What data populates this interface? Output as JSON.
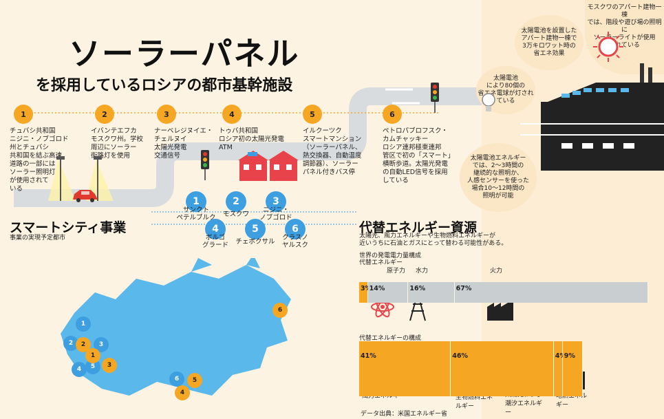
{
  "header": {
    "title": "ソーラーパネル",
    "subtitle": "を採用しているロシアの都市基幹施設"
  },
  "steps": [
    {
      "num": "1",
      "text": "チュバシ共和国\nニジニ・ノブゴロド\n州とチュバシ\n共和国を結ぶ高速\n道路の一部には\nソーラー照明灯\nが使用されて\nいる"
    },
    {
      "num": "2",
      "text": "イバンテエフカ\nモスクワ州。学校\n周辺にソーラー\n街路灯を使用"
    },
    {
      "num": "3",
      "text": "ナーベレジヌイエ・\nチェルヌイ\n太陽光発電\n交通信号"
    },
    {
      "num": "4",
      "text": "トゥバ共和国\nロシア初の太陽光発電\nATM"
    },
    {
      "num": "5",
      "text": "イルクーツク\nスマートマンション\n（ソーラーパネル、\n熱交換器、自動温度\n調節器）、ソーラー\nパネル付きバス停"
    },
    {
      "num": "6",
      "text": "ペトロパブロフスク・\nカムチャッキー\nロシア連邦極東連邦\n管区で初の「スマート」\n横断歩道。太陽光発電\nの自動LED信号を採用\nしている"
    }
  ],
  "smart_city": {
    "title": "スマートシティ事業",
    "subtitle": "事業の実現予定都市",
    "cities": [
      {
        "num": "1",
        "name": "サンクト\nペテルブルク"
      },
      {
        "num": "2",
        "name": "モスクワ"
      },
      {
        "num": "3",
        "name": "ニジニ・\nノブゴロド"
      },
      {
        "num": "4",
        "name": "ボルゴ\nグラード"
      },
      {
        "num": "5",
        "name": "チェボクサル"
      },
      {
        "num": "6",
        "name": "クラスノ\nヤルスク"
      }
    ]
  },
  "bubbles": {
    "b1": "太陽電池を設置した\nアパート建物一棟で\n3万キロワット時の\n省エネ効果",
    "b2": "モスクワのアパート建物一棟\nでは、階段や遊び場の照明に\nソーラーライトが使用\nされている",
    "b3": "太陽電池\nにより80個の\n省エネ電球が灯され\nている",
    "b4": "太陽電池エネルギー\nでは、2〜3時間の\n継続的な照明か、\n人感センサーを使った\n場合10〜12時間の\n照明が可能"
  },
  "energy": {
    "title": "代替エネルギー資源",
    "description": "太陽光、風力エネルギーや生物燃料エネルギーが\n近いうちに石油とガスにとって替わる可能性がある。",
    "chart1_label": "世界の発電電力量構成",
    "chart2_label": "代替エネルギーの構成",
    "source": "データ出典：米国エネルギー省"
  },
  "chart_data": [
    {
      "type": "bar",
      "title": "世界の発電電力量構成",
      "categories": [
        "代替エネルギー",
        "原子力",
        "水力",
        "火力"
      ],
      "values": [
        3,
        14,
        16,
        67
      ],
      "value_labels": [
        "3%",
        "14%",
        "16%",
        "67%"
      ]
    },
    {
      "type": "bar",
      "title": "代替エネルギーの構成",
      "categories": [
        "風力エネルギー",
        "生物燃料エネルギー",
        "太陽光および潮汐エネルギー",
        "地熱エネルギー"
      ],
      "values": [
        41,
        46,
        4,
        9
      ],
      "value_labels": [
        "41%",
        "46%",
        "4%",
        "9%"
      ]
    }
  ],
  "map": {
    "orange_markers": [
      "1",
      "2",
      "3",
      "4",
      "5",
      "6"
    ],
    "blue_markers": [
      "1",
      "2",
      "3",
      "4",
      "5",
      "6"
    ]
  },
  "colors": {
    "orange": "#f5a623",
    "blue": "#3d9ee0",
    "map_blue": "#5ab8ea",
    "road": "#d8dcdf",
    "bar_grey": "#c9ced1",
    "bar_orange": "#f5a623"
  }
}
